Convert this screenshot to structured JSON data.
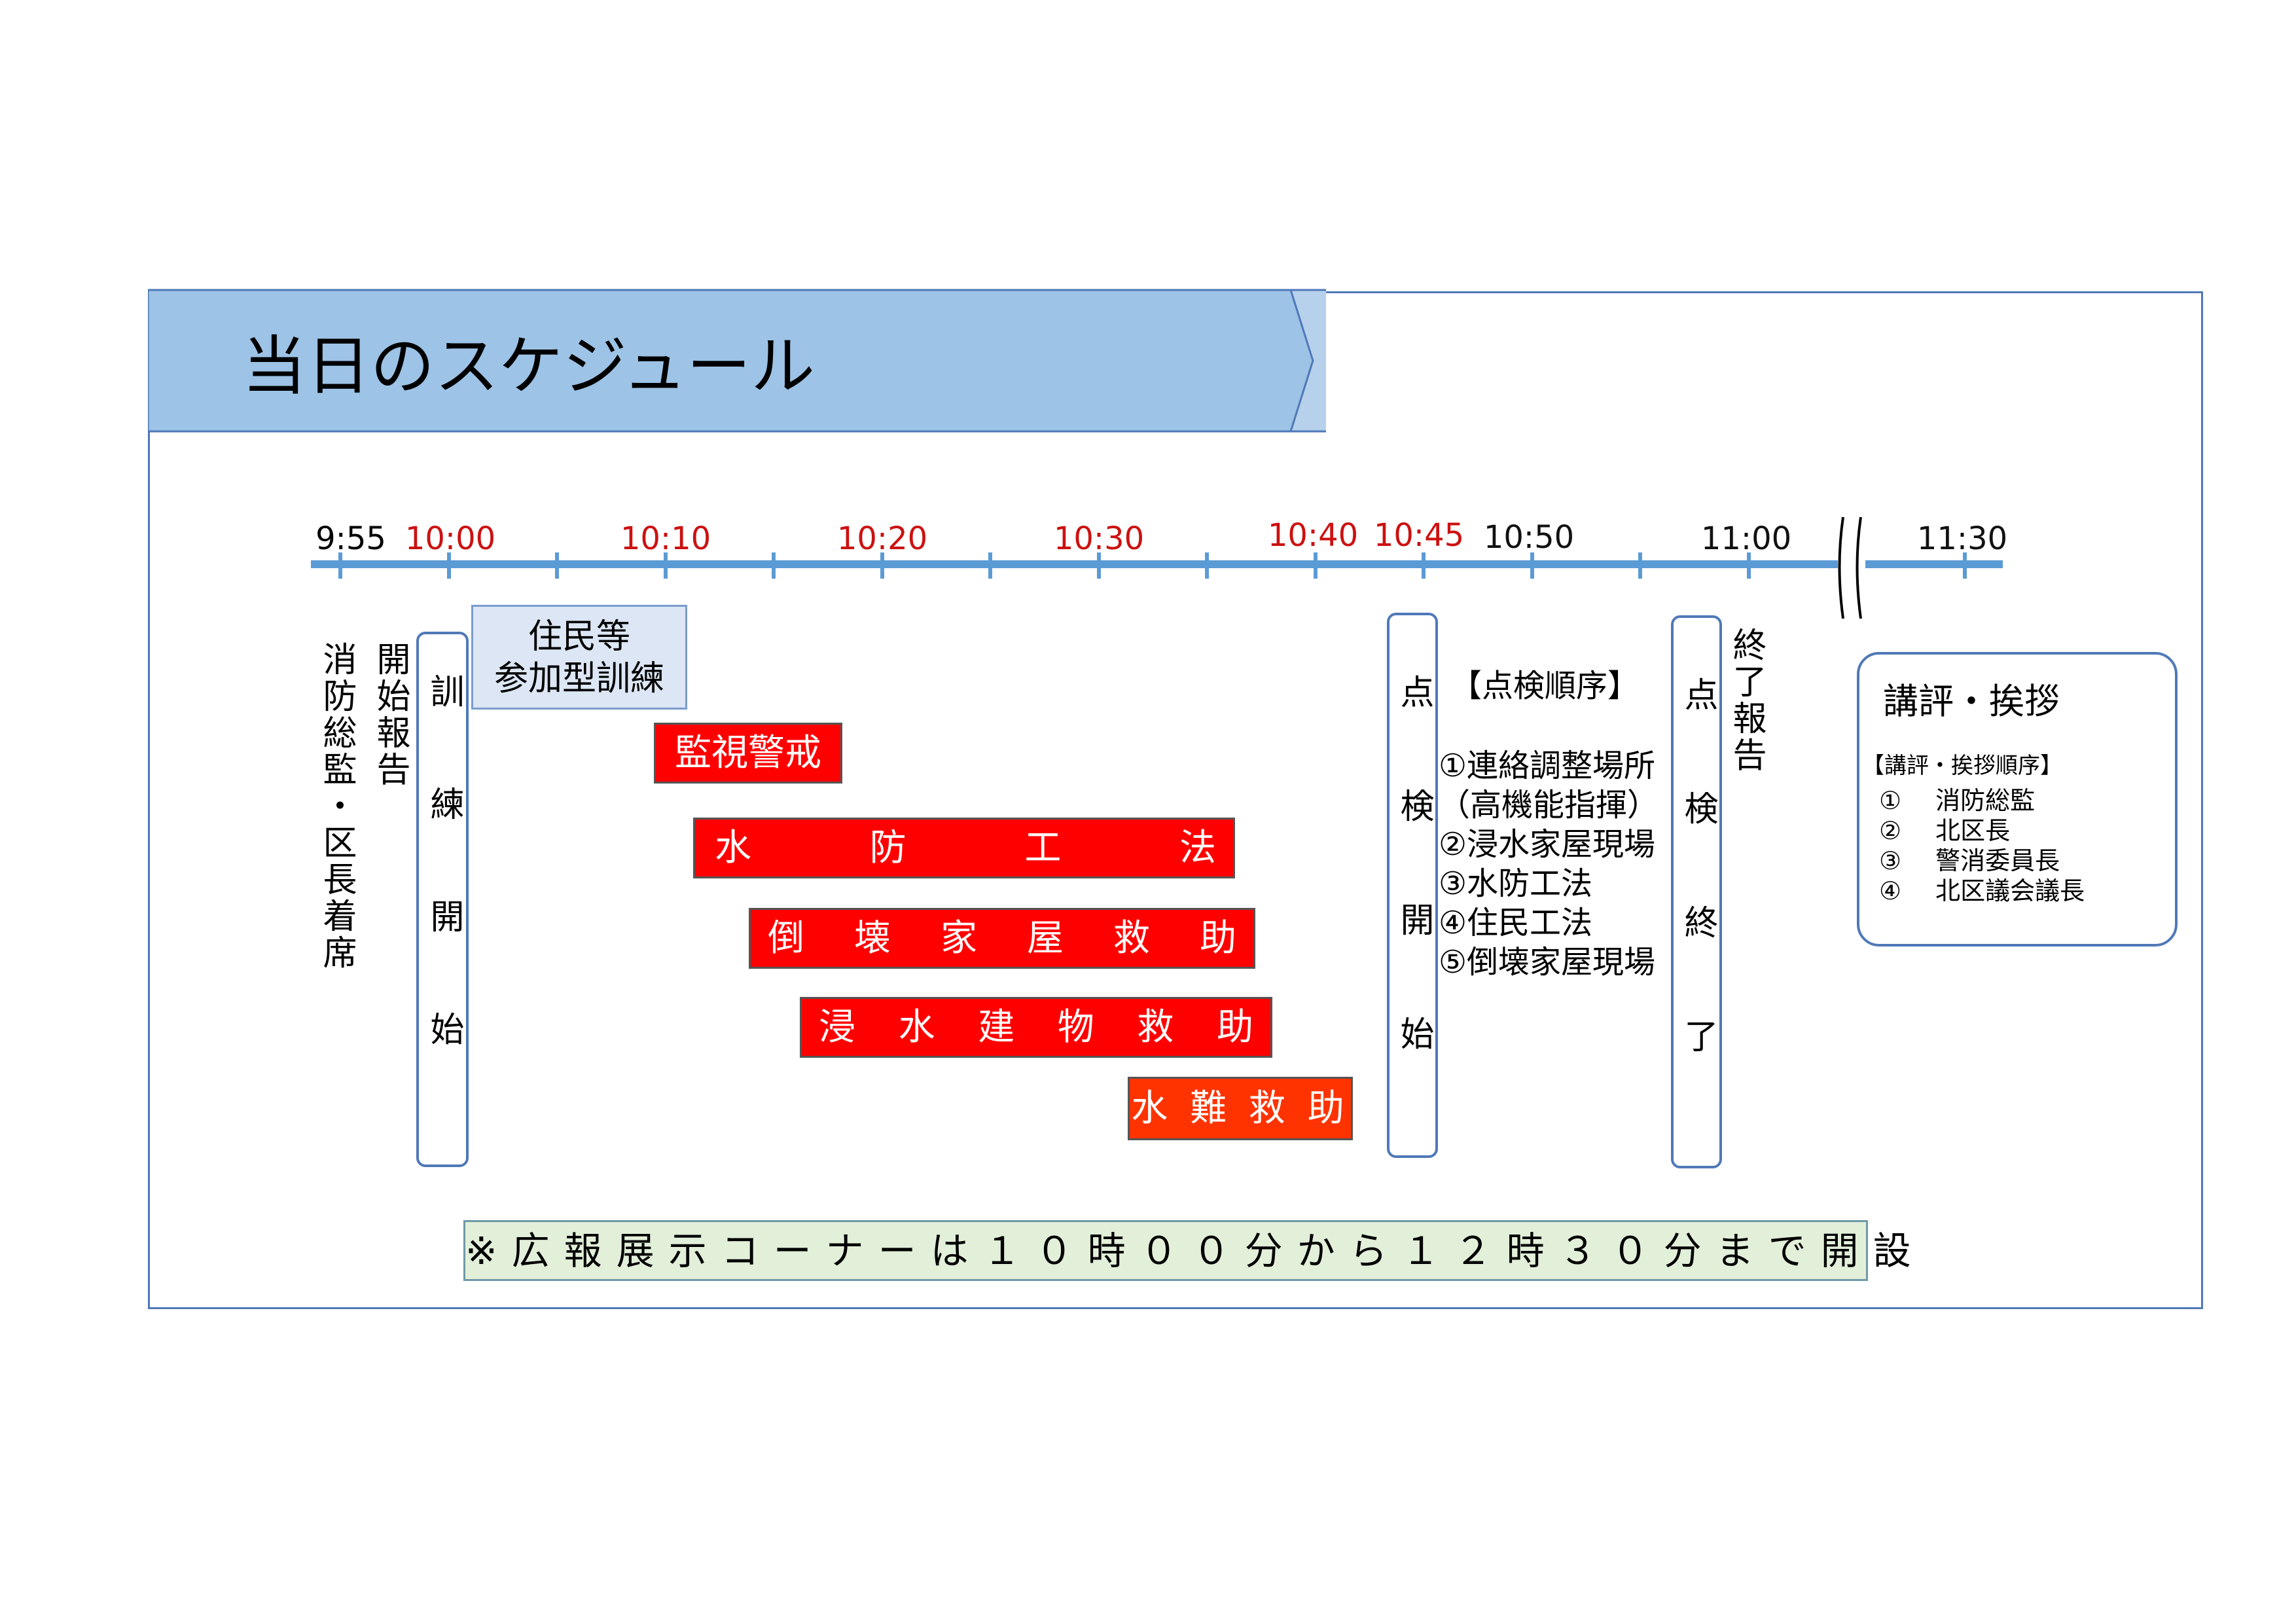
{
  "title": "当日のスケジュール",
  "timeline": {
    "ticks": [
      {
        "label": "9:55",
        "color": "black"
      },
      {
        "label": "10:00",
        "color": "red"
      },
      {
        "label": "10:10",
        "color": "red"
      },
      {
        "label": "10:20",
        "color": "red"
      },
      {
        "label": "10:30",
        "color": "red"
      },
      {
        "label": "10:40",
        "color": "red"
      },
      {
        "label": "10:45",
        "color": "red"
      },
      {
        "label": "10:50",
        "color": "black"
      },
      {
        "label": "11:00",
        "color": "black"
      },
      {
        "label": "11:30",
        "color": "black"
      }
    ]
  },
  "vertical_labels": {
    "seating": "消防総監・区長着席",
    "start_report": "開始報告",
    "training_start": "訓練開始",
    "inspection_start": "点検開始",
    "inspection_end": "点検終了",
    "end_report": "終了報告"
  },
  "resident_training": {
    "line1": "住民等",
    "line2": "参加型訓練"
  },
  "activities": {
    "monitoring": "監視警戒",
    "flood_fighting": [
      "水",
      "防",
      "工",
      "法"
    ],
    "collapsed_house": [
      "倒",
      "壊",
      "家",
      "屋",
      "救",
      "助"
    ],
    "flooded_building": [
      "浸",
      "水",
      "建",
      "物",
      "救",
      "助"
    ],
    "water_rescue": "水 難 救 助"
  },
  "inspection_order": {
    "heading": "【点検順序】",
    "items": [
      "①連絡調整場所",
      "（高機能指揮）",
      "②浸水家屋現場",
      "③水防工法",
      "④住民工法",
      "⑤倒壊家屋現場"
    ]
  },
  "review_box": {
    "title": "講評・挨拶",
    "order_heading": "【講評・挨拶順序】",
    "items": [
      {
        "num": "①",
        "name": "消防総監"
      },
      {
        "num": "②",
        "name": "北区長"
      },
      {
        "num": "③",
        "name": "警消委員長"
      },
      {
        "num": "④",
        "name": "北区議会議長"
      }
    ]
  },
  "notice": "※広報展示コーナーは１０時００分から１２時３０分まで開設",
  "colors": {
    "accent": "#4f79b8",
    "banner_fill": "#9dc3e6",
    "activity_red": "#ff0000",
    "water_rescue": "#ff3300",
    "notice_fill": "#e2efd9"
  }
}
